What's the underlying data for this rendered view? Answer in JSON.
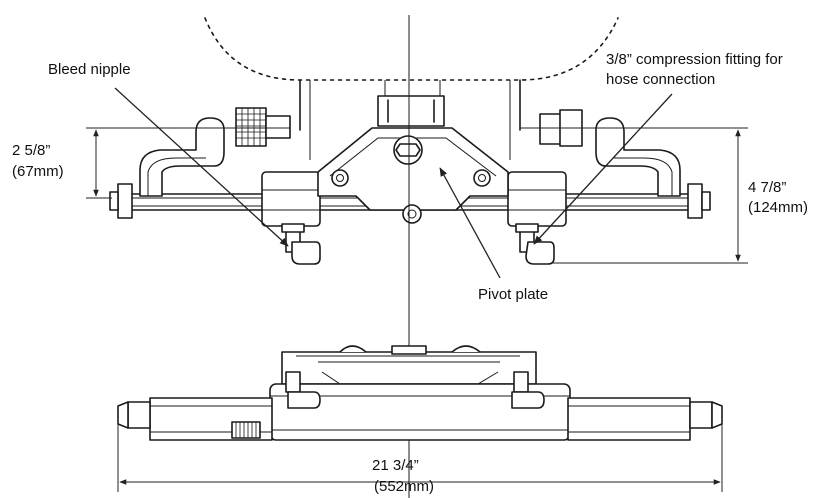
{
  "labels": {
    "bleed_nipple": "Bleed nipple",
    "fitting_line1": "3/8” compression fitting for",
    "fitting_line2": "hose connection",
    "pivot_plate": "Pivot plate"
  },
  "dimensions": {
    "left_height_in": "2 5/8”",
    "left_height_mm": "(67mm)",
    "right_height_in": "4 7/8”",
    "right_height_mm": "(124mm)",
    "overall_width_in": "21 3/4”",
    "overall_width_mm": "(552mm)"
  },
  "colors": {
    "ink": "#1a1a1a",
    "background": "#ffffff"
  }
}
